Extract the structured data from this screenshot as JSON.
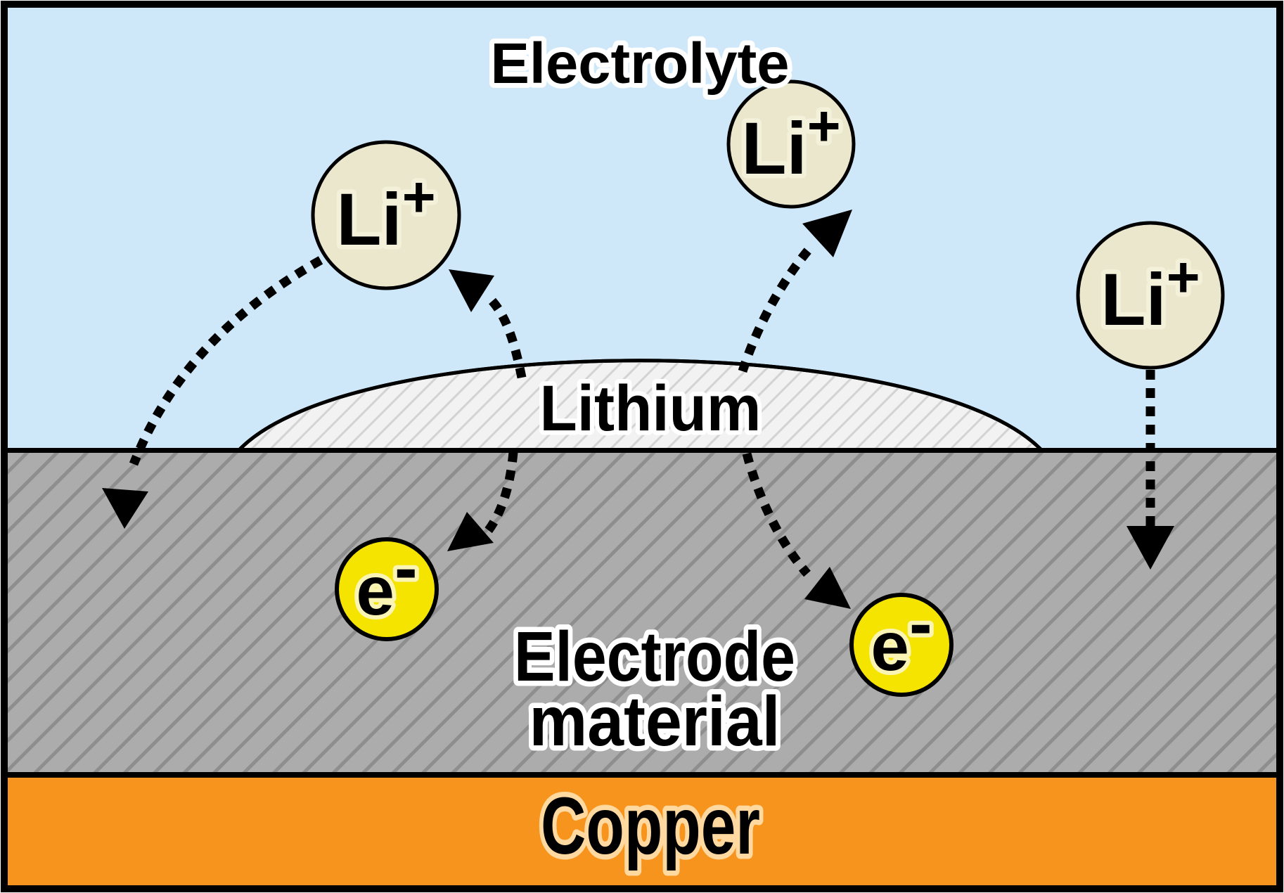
{
  "diagram": {
    "title": "Electrolyte",
    "deposit_label": "Lithium",
    "electrode_label_line1": "Electrode",
    "electrode_label_line2": "material",
    "substrate_label": "Copper",
    "ion": {
      "symbol": "Li",
      "charge": "+"
    },
    "electron": {
      "symbol": "e",
      "charge": "-"
    }
  },
  "colors": {
    "electrolyte": "#CEE8FA",
    "electrode": "#ACACAC",
    "electrode_hatch": "#8E8E8E",
    "lithium_fill": "#F2F2F2",
    "lithium_hatch": "#D3D3D3",
    "copper": "#F7941D",
    "ion_fill": "#EAE7CC",
    "electron_fill": "#F5E400",
    "arrow": "#000000",
    "halo_white": "#FFFFFF",
    "halo_ion": "#F4F1DA",
    "halo_electron": "#FBF5B5",
    "halo_copper": "#FFD9A0"
  }
}
